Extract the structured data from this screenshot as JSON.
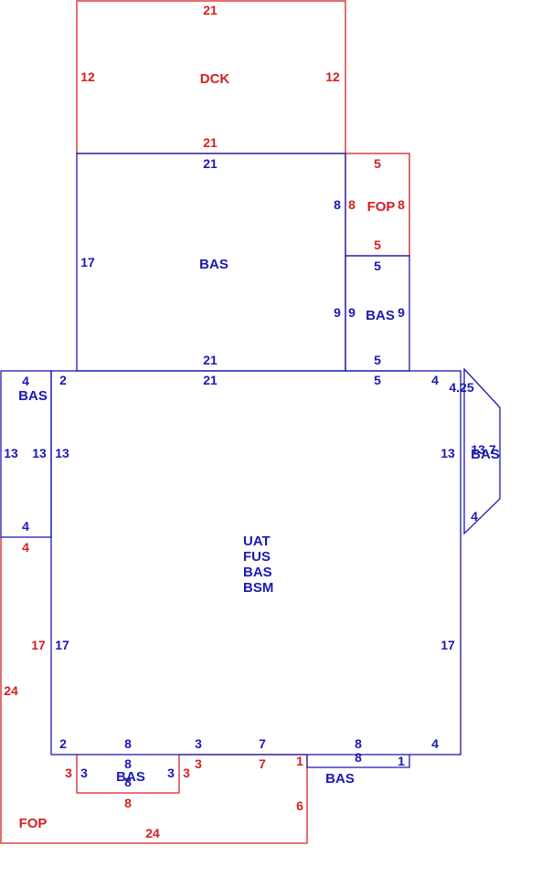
{
  "colors": {
    "red": "#d42020",
    "blue": "#1a1ab0",
    "background": "#ffffff"
  },
  "areas": {
    "deck": {
      "label": "DCK",
      "dims": {
        "top": "21",
        "left": "12",
        "right": "12",
        "bottom": "21"
      }
    },
    "upper_bas": {
      "label": "BAS",
      "dims": {
        "top": "21",
        "left": "17",
        "right": "8",
        "bottom": "21"
      }
    },
    "upper_fop": {
      "label": "FOP",
      "dims": {
        "top": "5",
        "left": "8",
        "right": "8",
        "bottom": "5"
      }
    },
    "small_bas": {
      "label": "BAS",
      "dims": {
        "top": "5",
        "left_outer": "9",
        "left_inner": "9",
        "right": "9",
        "bottom": "5"
      }
    },
    "left_bas": {
      "label": "BAS",
      "dims": {
        "top": "4",
        "left": "13",
        "right": "13",
        "bottom": "4"
      }
    },
    "main": {
      "labels": [
        "UAT",
        "FUS",
        "BAS",
        "BSM"
      ],
      "dims": {
        "top_left": "2",
        "top_center": "21",
        "top_right_5": "5",
        "top_right_4": "4",
        "left_13": "13",
        "left_17": "17",
        "right_13": "13",
        "right_17": "17",
        "bottom_2": "2",
        "bottom_8": "8",
        "bottom_3": "3",
        "bottom_7": "7",
        "bottom_8b": "8",
        "bottom_4": "4"
      }
    },
    "right_bay": {
      "label": "BAS",
      "dims": {
        "top": "4.25",
        "middle": "13.7",
        "bottom": "4"
      }
    },
    "bottom_bay": {
      "label": "BAS",
      "dims": {
        "top": "8",
        "left": "3",
        "right": "3",
        "bottom": "8"
      }
    },
    "bottom_step": {
      "label": "BAS",
      "dims": {
        "top": "8",
        "right": "1"
      }
    },
    "lower_fop": {
      "label": "FOP",
      "dims": {
        "left": "24",
        "bottom": "24",
        "right": "6",
        "top_left": "4",
        "side_17": "17",
        "notch_3a": "3",
        "notch_8": "8",
        "notch_3b": "3",
        "notch_7": "7",
        "notch_1": "1"
      }
    }
  }
}
